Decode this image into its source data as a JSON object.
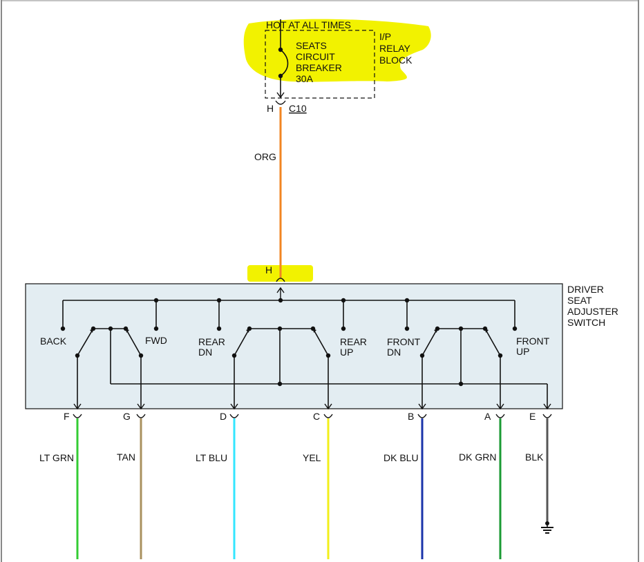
{
  "header": {
    "hot_label": "HOT AT ALL TIMES",
    "relay_block_lines": [
      "I/P",
      "RELAY",
      "BLOCK"
    ],
    "breaker_lines": [
      "SEATS",
      "CIRCUIT",
      "BREAKER",
      "30A"
    ],
    "top_terminal": "H",
    "top_connector": "C10"
  },
  "feed_wire": {
    "label": "ORG",
    "color": "#f28522",
    "switch_terminal": "H"
  },
  "highlight_color": "#f2f200",
  "switch": {
    "title_lines": [
      "DRIVER",
      "SEAT",
      "ADJUSTER",
      "SWITCH"
    ],
    "fill": "#e3edf2",
    "positions": [
      {
        "lines": [
          "BACK"
        ]
      },
      {
        "lines": [
          "FWD"
        ]
      },
      {
        "lines": [
          "REAR",
          "DN"
        ]
      },
      {
        "lines": [
          "REAR",
          "UP"
        ]
      },
      {
        "lines": [
          "FRONT",
          "DN"
        ]
      },
      {
        "lines": [
          "FRONT",
          "UP"
        ]
      }
    ]
  },
  "output_wires": [
    {
      "terminal": "F",
      "label": "LT GRN",
      "color": "#33cc33"
    },
    {
      "terminal": "G",
      "label": "TAN",
      "color": "#a8905e"
    },
    {
      "terminal": "D",
      "label": "LT BLU",
      "color": "#33e6ff"
    },
    {
      "terminal": "C",
      "label": "YEL",
      "color": "#f2ef1a"
    },
    {
      "terminal": "B",
      "label": "DK BLU",
      "color": "#1a33aa"
    },
    {
      "terminal": "A",
      "label": "DK GRN",
      "color": "#1a9a33"
    },
    {
      "terminal": "E",
      "label": "BLK",
      "color": "#555555"
    }
  ],
  "ground": {
    "icon": "ground-icon"
  }
}
